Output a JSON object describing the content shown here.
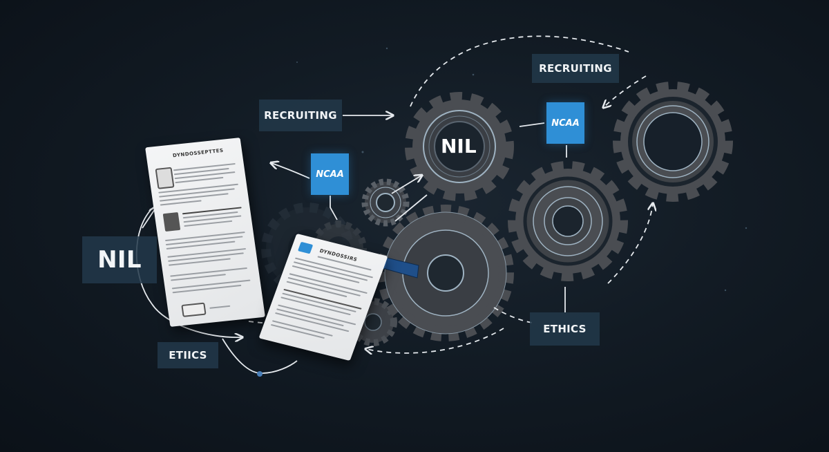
{
  "diagram": {
    "labels": {
      "nil_left": "NIL",
      "recruiting_left": "RECRUITING",
      "recruiting_top": "RECRUITING",
      "ncaa_left": "NCAA",
      "ncaa_right": "NCAA",
      "nil_gear": "NIL",
      "ethics_right": "ETHICS",
      "ethics_left": "ETIICS"
    },
    "documents": {
      "doc_large_title": "DYNDOSSEPTTES",
      "doc_small_title": "DYNDOSSIRS"
    },
    "colors": {
      "background": "#121b24",
      "label_bg": "#22384a",
      "ncaa_blue": "#2f8fd6",
      "gear_fill": "#4a4d52",
      "gear_stroke": "#9fb3c2",
      "connector": "#e6eaee"
    }
  }
}
